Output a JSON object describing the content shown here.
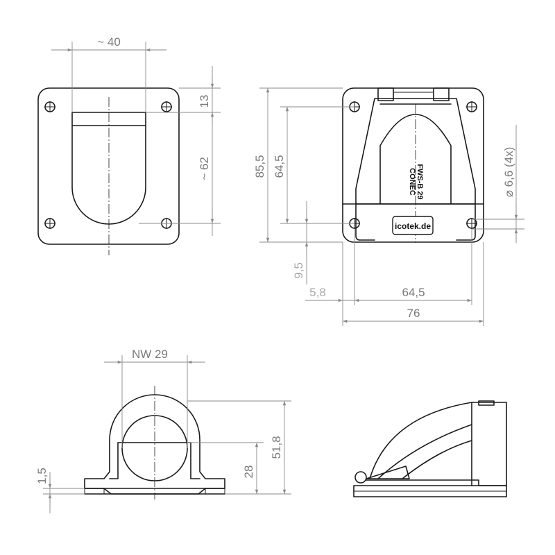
{
  "front_view": {
    "width_label": "~ 40",
    "top_offset_label": "13",
    "height_label": "~ 62"
  },
  "rear_view": {
    "overall_height_label": "85,5",
    "hole_height_label": "64,5",
    "hole_diameter_label": "⌀ 6,6 (4x)",
    "bottom_offset_label": "9,5",
    "edge_offset_label": "5,8",
    "hole_spacing_label": "64,5",
    "overall_width_label": "76",
    "part_marking": [
      "CONEC",
      "FWS-B 29"
    ],
    "brand_label": "icotek.de"
  },
  "section_view": {
    "nominal_width_label": "NW 29",
    "thickness_label": "1,5",
    "center_height_label": "28",
    "total_height_label": "51,8"
  }
}
